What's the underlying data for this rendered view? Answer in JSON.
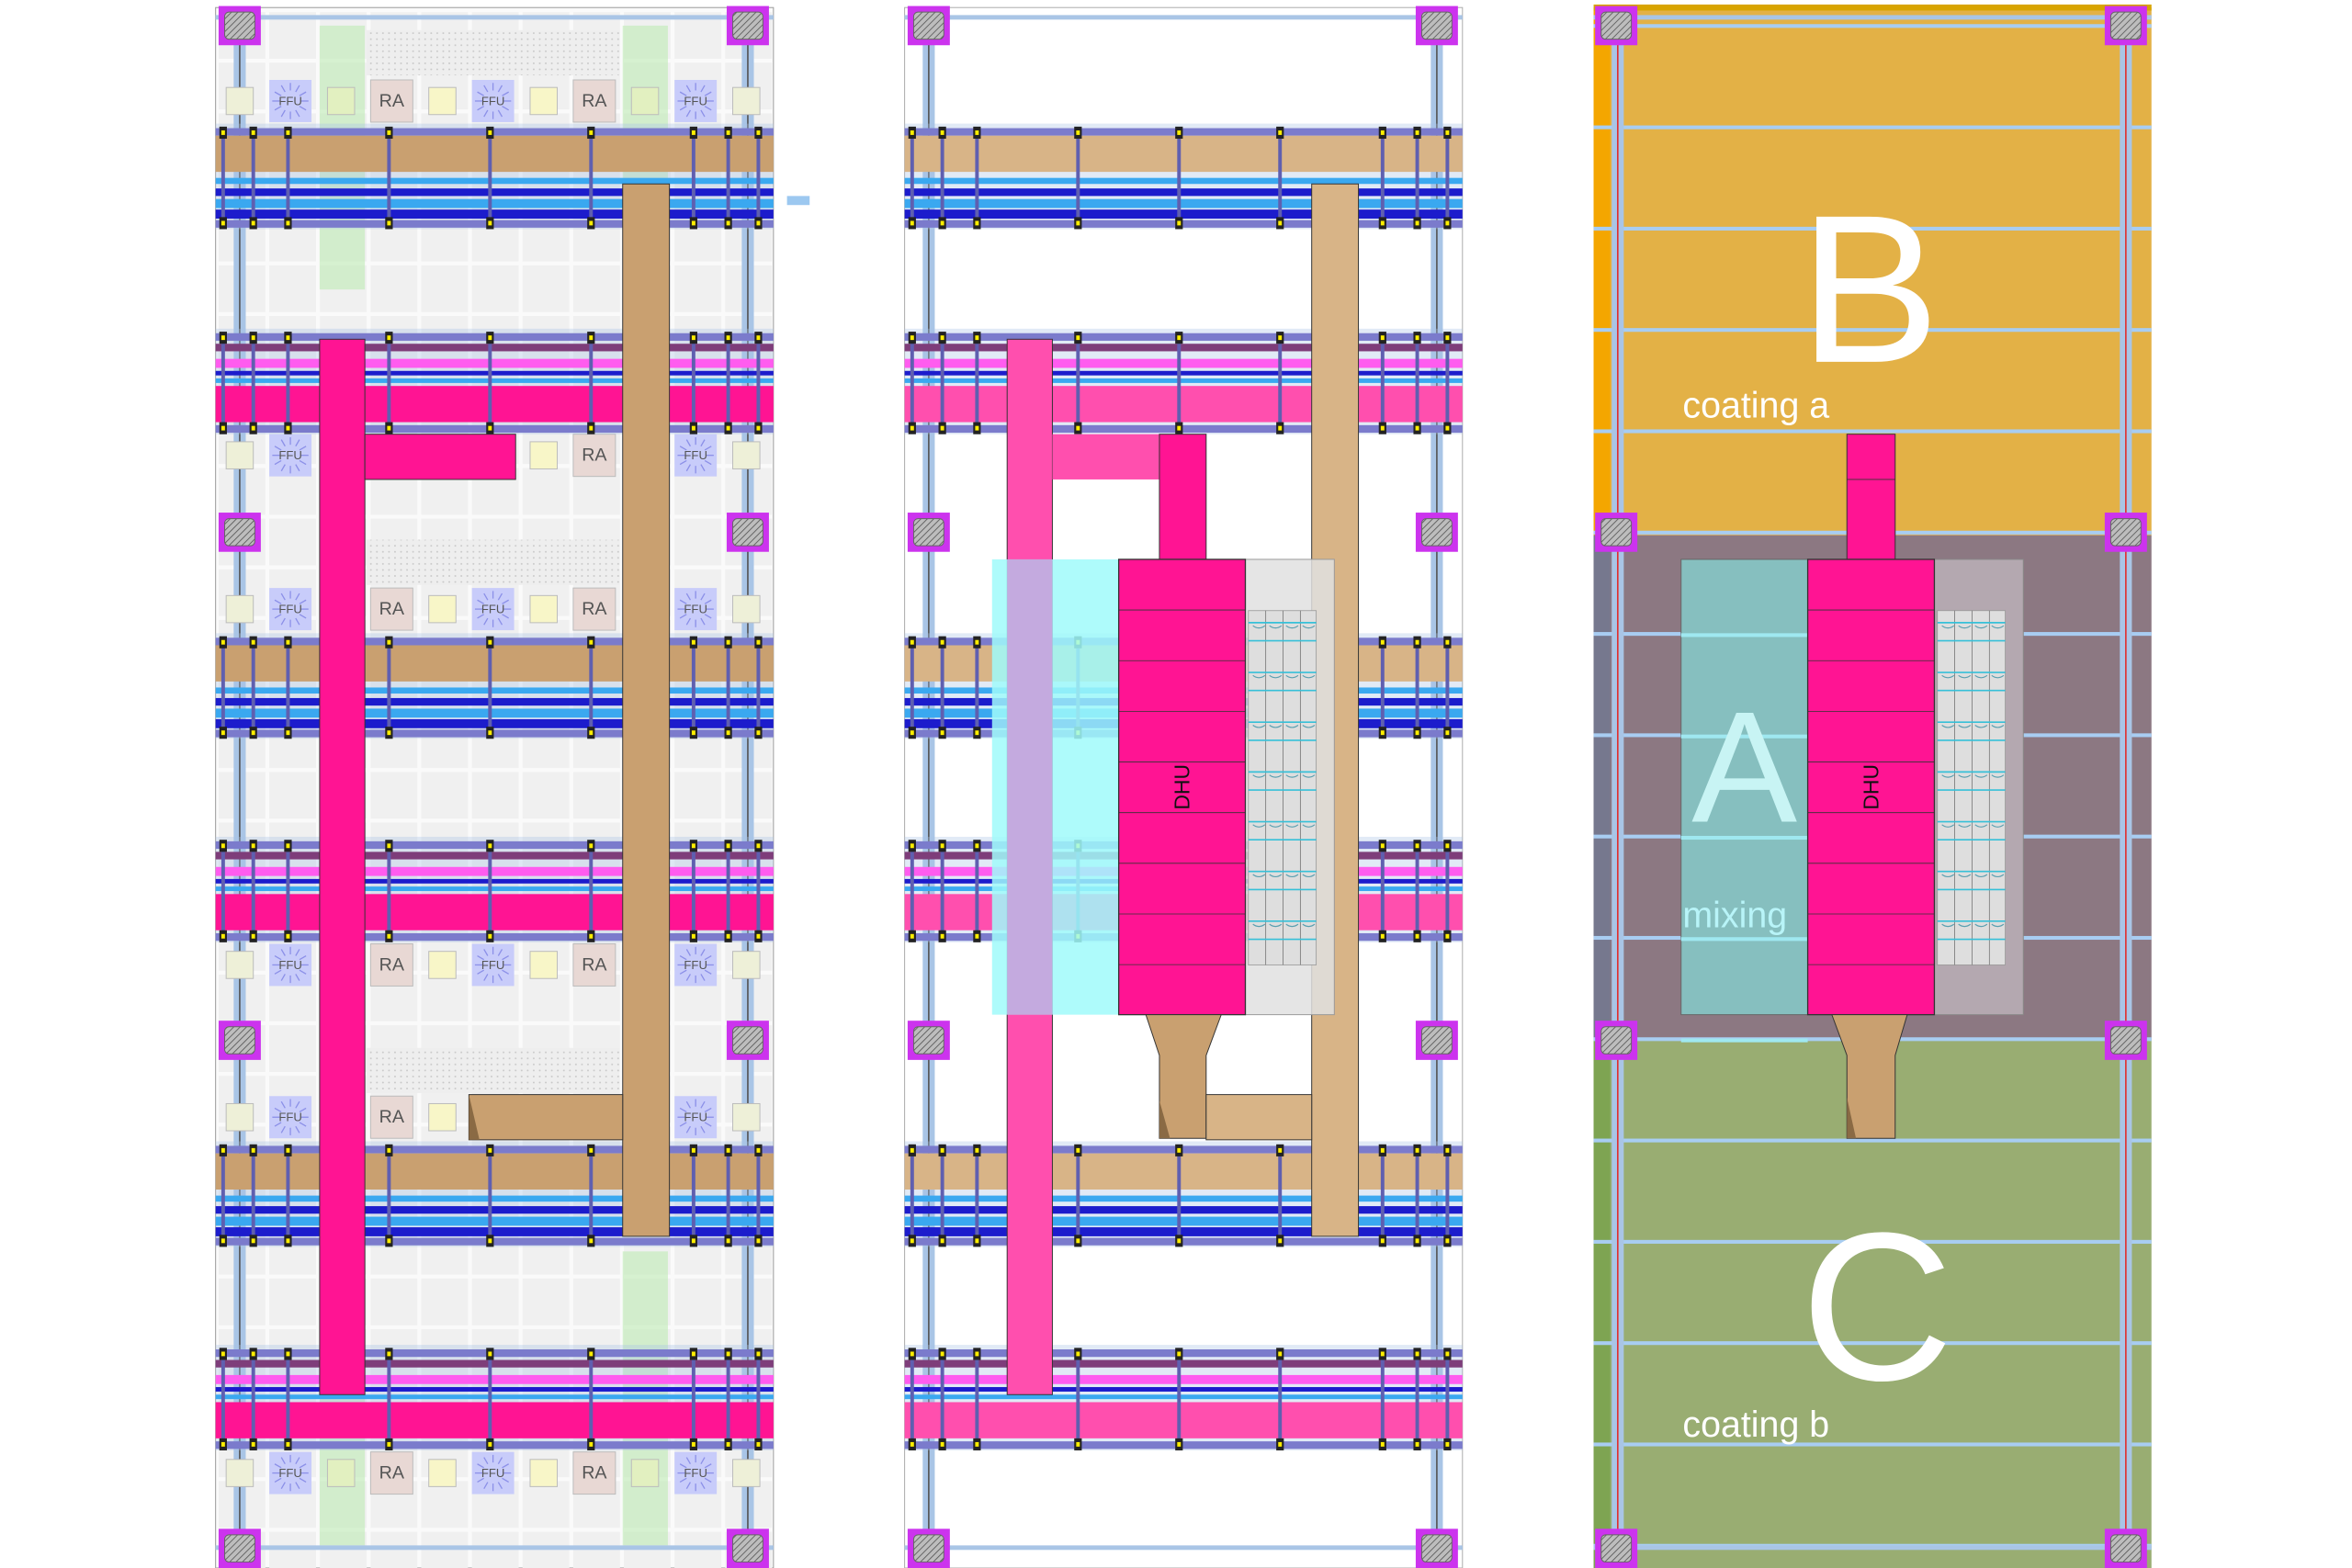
{
  "labels": {
    "ffu": "FFU",
    "ra": "RA",
    "dhu": "DHU",
    "zone_b": "B",
    "zone_b_caption": "coating a",
    "zone_a": "A",
    "zone_a_caption": "mixing",
    "zone_c": "C",
    "zone_c_caption": "coating b"
  },
  "panels": [
    {
      "id": "layout-cells",
      "description_label": ""
    },
    {
      "id": "layout-dhu"
    },
    {
      "id": "layout-zones"
    }
  ],
  "cell_row_pattern": [
    "pale",
    "FFU",
    "green",
    "RA",
    "yellow",
    "FFU",
    "yellow",
    "RA",
    "green",
    "FFU",
    "pale"
  ],
  "band_sequence": [
    "duct",
    "pipe",
    "duct",
    "pipe",
    "duct",
    "pipe"
  ],
  "colors": {
    "magenta": "#ff1493",
    "magenta_light": "#ff4fae",
    "brown": "#c9a070",
    "brown_light": "#d8b487",
    "rail_purple": "#7b7bcc",
    "dark_blue": "#1c1ccc",
    "light_blue": "#3aa8f0",
    "dark_purple": "#7e3d7a",
    "pink_line": "#ff5cef",
    "pad": "#cc33ee",
    "zone_b": "#e3b146",
    "zone_a": "#8c7882",
    "zone_c": "#99ad72",
    "mixing_box": "#86bfbf",
    "cyan_box": "#a6f6f6"
  }
}
